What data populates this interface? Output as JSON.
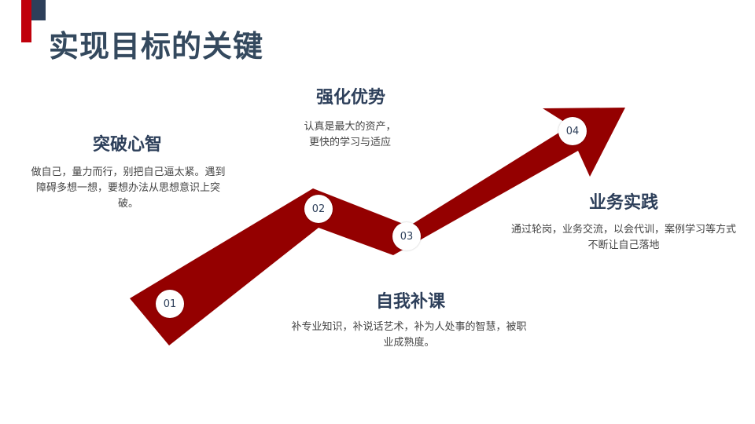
{
  "title": "实现目标的关键",
  "steps": [
    {
      "number": "01",
      "heading": "突破心智",
      "description": "做自己，量力而行，别把自己逼太紧。遇到障碍多想一想，要想办法从思想意识上突破。"
    },
    {
      "number": "02",
      "heading": "强化优势",
      "description": "认真是最大的资产，\n更快的学习与适应"
    },
    {
      "number": "03",
      "heading": "自我补课",
      "description": "补专业知识，补说话艺术，补为人处事的智慧，被职业成熟度。"
    },
    {
      "number": "04",
      "heading": "业务实践",
      "description": "通过轮岗，业务交流，以会代训，案例学习等方式不断让自己落地"
    }
  ],
  "colors": {
    "arrow": "#940000",
    "title": "#34495e",
    "accent_red": "#c0000b",
    "accent_navy": "#2d3f5a"
  }
}
